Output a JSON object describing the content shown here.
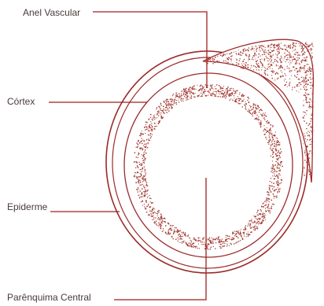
{
  "labels": {
    "anel_vascular": "Anel Vascular",
    "cortex": "Córtex",
    "epiderme": "Epiderme",
    "parenquima_central": "Parênquima Central"
  },
  "colors": {
    "stroke": "#9b2a2a",
    "stipple": "#a23a33",
    "leader": "#a01f1f",
    "text": "#4a3a3a"
  }
}
